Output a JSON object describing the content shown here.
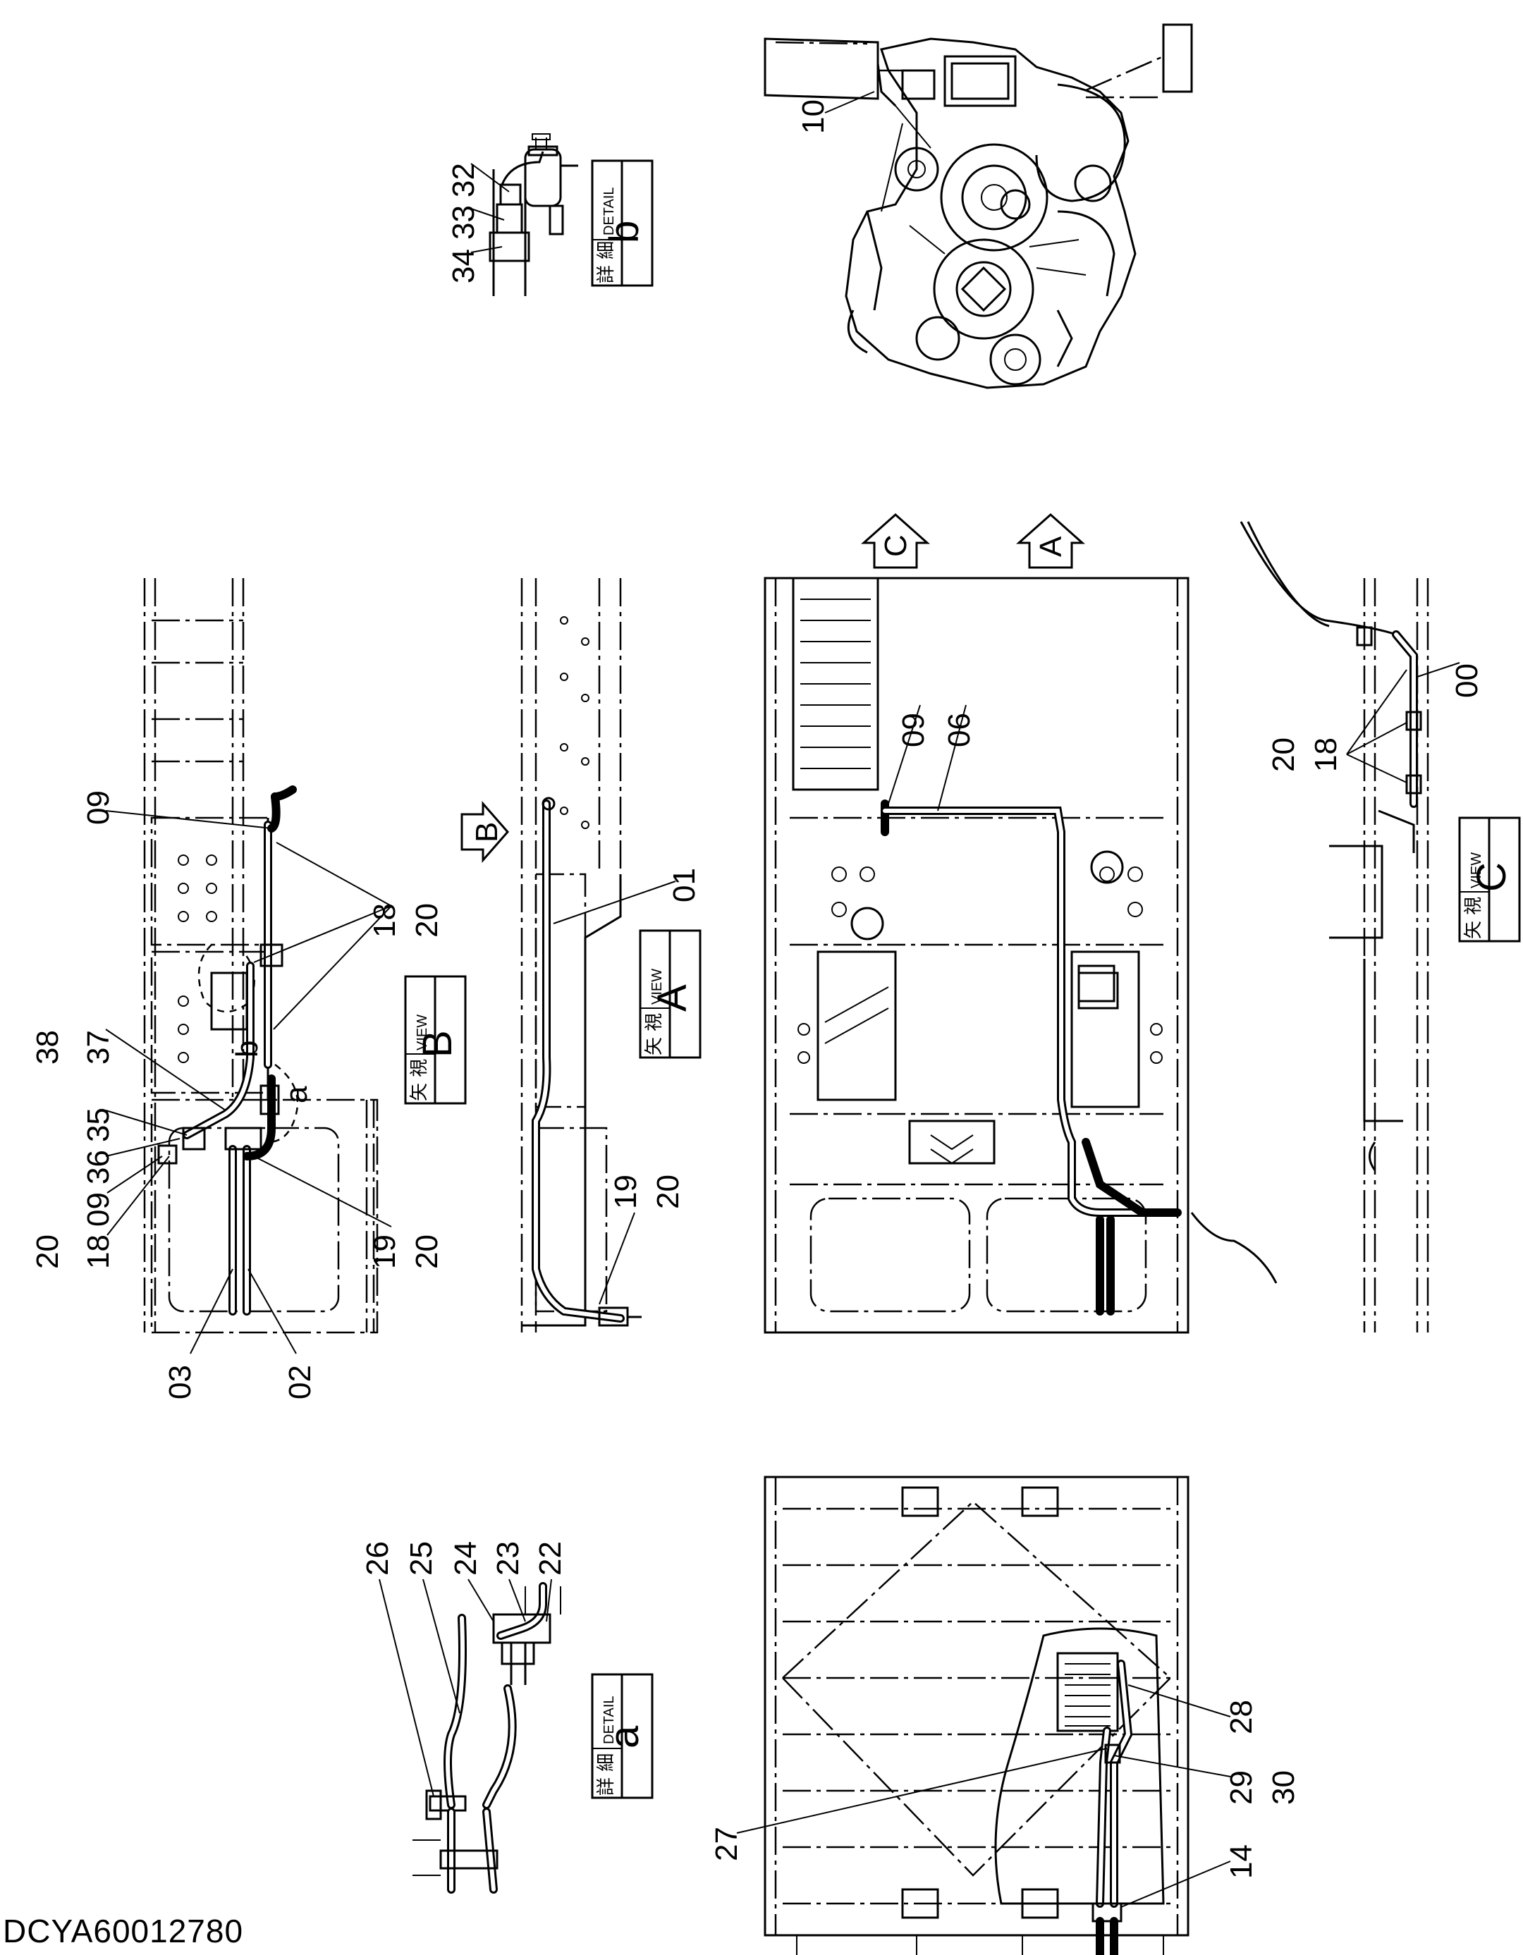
{
  "drawing_id": "DCYA60012780",
  "boxes": {
    "detail_b": {
      "jp": "詳 細",
      "en": "DETAIL",
      "letter": "b"
    },
    "detail_a": {
      "jp": "詳 細",
      "en": "DETAIL",
      "letter": "a"
    },
    "view_a": {
      "jp": "矢 視",
      "en": "VIEW",
      "letter": "A"
    },
    "view_b": {
      "jp": "矢 視",
      "en": "VIEW",
      "letter": "B"
    },
    "view_c": {
      "jp": "矢 視",
      "en": "VIEW",
      "letter": "C"
    }
  },
  "arrows": {
    "a": "A",
    "b": "B",
    "c": "C"
  },
  "callouts": {
    "detail_b": [
      "32",
      "33",
      "34"
    ],
    "engine": [
      "10"
    ],
    "view_b": [
      "09",
      "18",
      "20",
      "38",
      "37",
      "35",
      "36",
      "09",
      "20",
      "18",
      "19",
      "20",
      "03",
      "02"
    ],
    "view_b_markers": [
      "a",
      "b"
    ],
    "view_a": [
      "01",
      "19",
      "20"
    ],
    "main": [
      "09",
      "06"
    ],
    "view_c": [
      "00",
      "18",
      "20"
    ],
    "detail_a": [
      "22",
      "23",
      "24",
      "25",
      "26"
    ],
    "bottom": [
      "28",
      "29",
      "30",
      "27",
      "14"
    ]
  }
}
